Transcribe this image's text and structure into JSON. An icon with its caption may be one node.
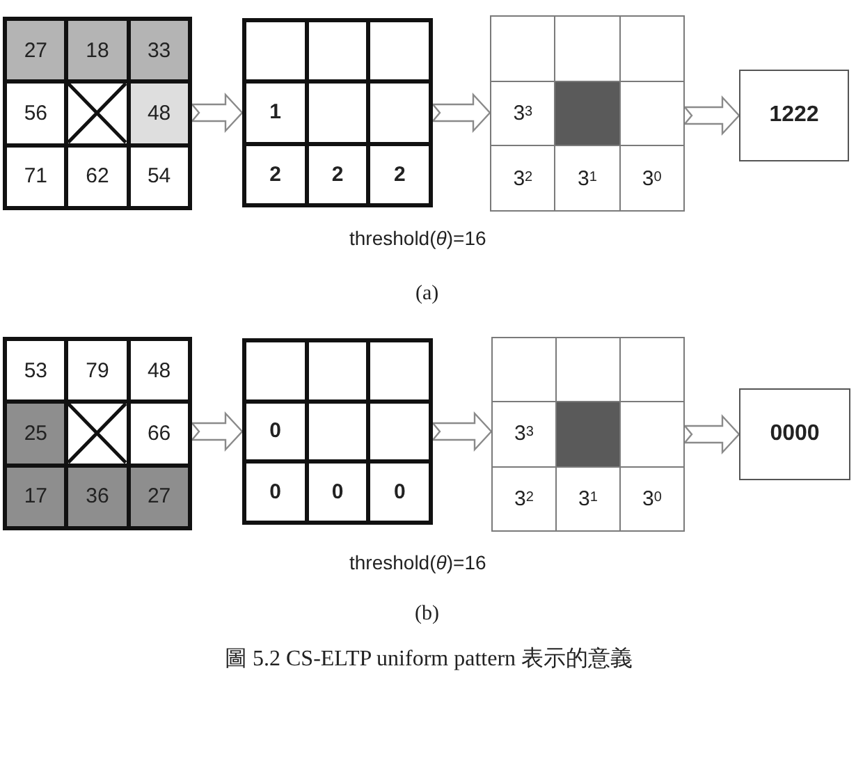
{
  "diagram": {
    "caption": "圖 5.2 CS-ELTP uniform pattern 表示的意義",
    "nodes": [
      {
        "text": [
          "27",
          "18",
          "33",
          "56",
          "48",
          "71",
          "62",
          "54"
        ]
      },
      {
        "text": [
          "1",
          "2",
          "2",
          "2"
        ]
      },
      {
        "text": [
          "3$^{3}$",
          "3$^{2}$",
          "3$^{1}$",
          "3$^{0}$"
        ]
      },
      {
        "text": [
          "1222"
        ]
      },
      {
        "text": [
          "53",
          "79",
          "48",
          "25",
          "66",
          "17",
          "36",
          "27"
        ]
      },
      {
        "text": [
          "0",
          "0",
          "0",
          "0"
        ]
      },
      {
        "text": [
          "3$^{3}$",
          "3$^{2}$",
          "3$^{1}$",
          "3$^{0}$"
        ]
      },
      {
        "text": [
          "0000"
        ]
      }
    ],
    "edges": [
      {
        "from": 0,
        "to": 1,
        "arrow": "to"
      },
      {
        "from": 1,
        "to": 2,
        "arrow": "to"
      },
      {
        "from": 2,
        "to": 3,
        "arrow": "to"
      },
      {
        "from": 4,
        "to": 5,
        "arrow": "to"
      },
      {
        "from": 5,
        "to": 6,
        "arrow": "to"
      },
      {
        "from": 6,
        "to": 7,
        "arrow": "to"
      }
    ],
    "labels": [
      "threshold(*θ*)=16",
      "(a)",
      "threshold(*θ*)=16",
      "(b)"
    ]
  }
}
